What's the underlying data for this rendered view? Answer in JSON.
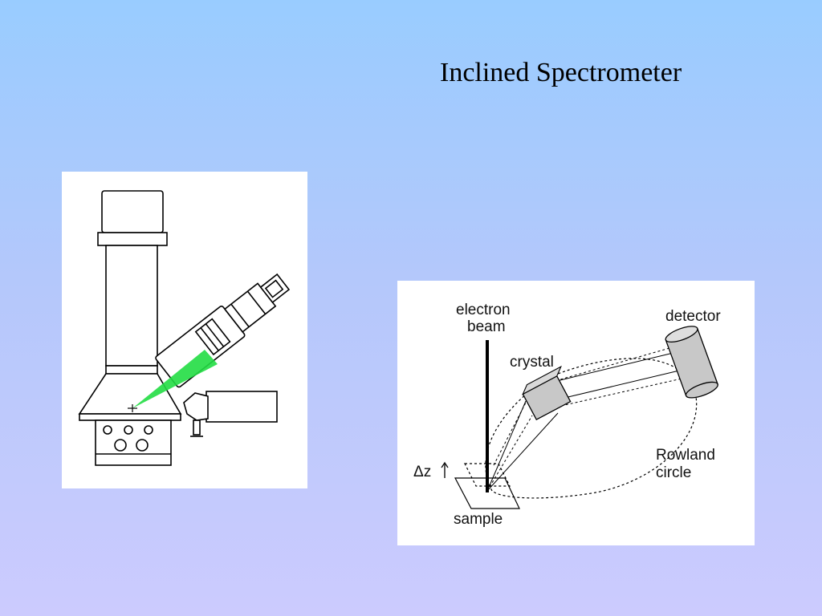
{
  "slide": {
    "title": "Inclined Spectrometer"
  },
  "rowland_diagram": {
    "labels": {
      "electron_beam_line1": "electron",
      "electron_beam_line2": "beam",
      "crystal": "crystal",
      "detector": "detector",
      "rowland_line1": "Rowland",
      "rowland_line2": "circle",
      "delta_z": "Δz",
      "sample": "sample"
    }
  },
  "colors": {
    "background_top": "#99ccff",
    "background_bottom": "#cccbfe",
    "xray_beam": "#22dd44",
    "component_fill": "#c8c8c8"
  }
}
